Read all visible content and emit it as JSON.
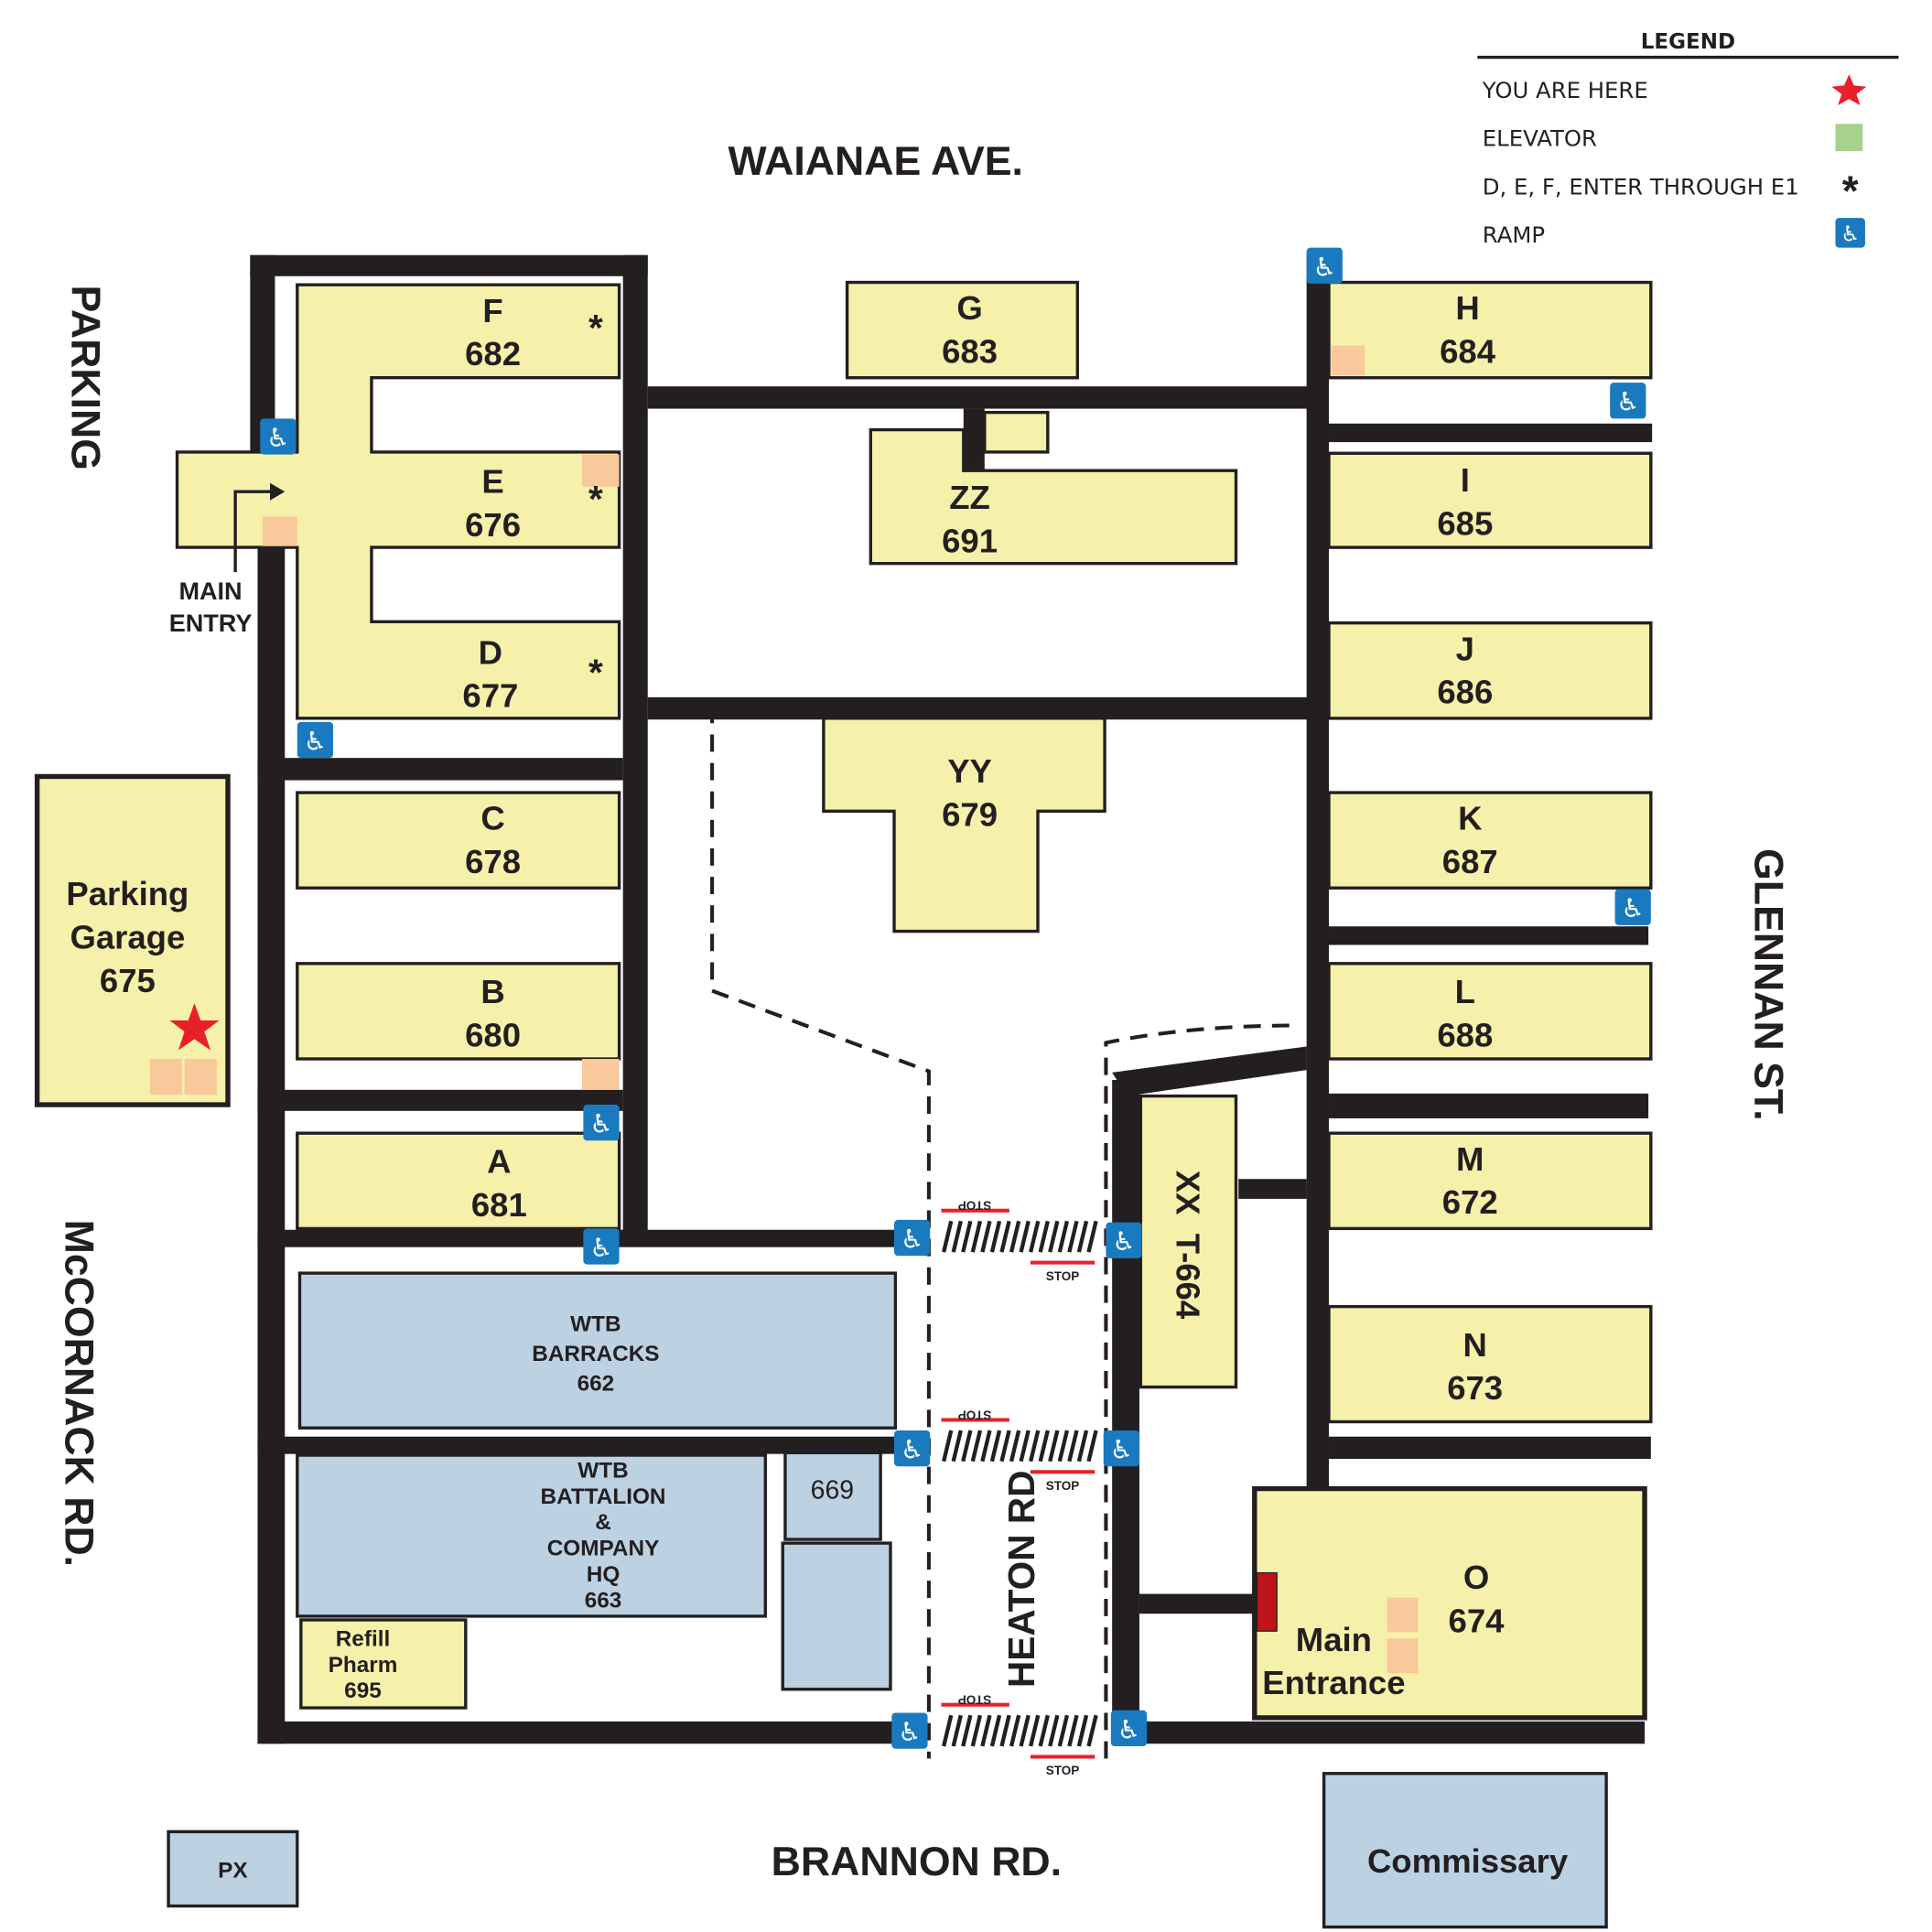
{
  "legend": {
    "title": "LEGEND",
    "items": [
      {
        "label": "YOU ARE HERE",
        "icon": "star-icon",
        "color": "#e8202a"
      },
      {
        "label": "ELEVATOR",
        "icon": "elevator-square-icon",
        "color": "#a8d18d"
      },
      {
        "label": "D, E, F, ENTER THROUGH E1",
        "icon": "asterisk-icon",
        "color": "#231f20"
      },
      {
        "label": "RAMP",
        "icon": "wheelchair-icon",
        "color": "#1a7abf"
      }
    ]
  },
  "streets": {
    "north": "WAIANAE AVE.",
    "west_top": "PARKING",
    "west": "McCORNACK RD.",
    "east": "GLENNAN ST.",
    "south": "BRANNON RD.",
    "center": "HEATON RD"
  },
  "buildings": {
    "F": {
      "letter": "F",
      "number": "682"
    },
    "E": {
      "letter": "E",
      "number": "676"
    },
    "D": {
      "letter": "D",
      "number": "677"
    },
    "C": {
      "letter": "C",
      "number": "678"
    },
    "B": {
      "letter": "B",
      "number": "680"
    },
    "A": {
      "letter": "A",
      "number": "681"
    },
    "G": {
      "letter": "G",
      "number": "683"
    },
    "ZZ": {
      "letter": "ZZ",
      "number": "691"
    },
    "YY": {
      "letter": "YY",
      "number": "679"
    },
    "XX": {
      "label": "XX  T-664"
    },
    "H": {
      "letter": "H",
      "number": "684"
    },
    "I": {
      "letter": "I",
      "number": "685"
    },
    "J": {
      "letter": "J",
      "number": "686"
    },
    "K": {
      "letter": "K",
      "number": "687"
    },
    "L": {
      "letter": "L",
      "number": "688"
    },
    "M": {
      "letter": "M",
      "number": "672"
    },
    "N": {
      "letter": "N",
      "number": "673"
    },
    "O": {
      "letter": "O",
      "number": "674",
      "entrance_line1": "Main",
      "entrance_line2": "Entrance"
    },
    "garage": {
      "line1": "Parking",
      "line2": "Garage",
      "number": "675"
    },
    "barracks": {
      "line1": "WTB",
      "line2": "BARRACKS",
      "number": "662"
    },
    "battalion": {
      "line1": "WTB",
      "line2": "BATTALION",
      "line3": "&",
      "line4": "COMPANY",
      "line5": "HQ",
      "number": "663"
    },
    "b669": {
      "number": "669"
    },
    "pharm": {
      "line1": "Refill",
      "line2": "Pharm",
      "number": "695"
    },
    "px": {
      "label": "PX"
    },
    "commissary": {
      "label": "Commissary"
    }
  },
  "main_entry": {
    "line1": "MAIN",
    "line2": "ENTRY"
  },
  "stop_label": "STOP",
  "colors": {
    "building": "#f6f1aa",
    "blue_building": "#bcd1e2",
    "road": "#231f20",
    "elevator_on_map": "#f9c89b",
    "ramp": "#1a7abf",
    "stop": "#e8202a"
  }
}
